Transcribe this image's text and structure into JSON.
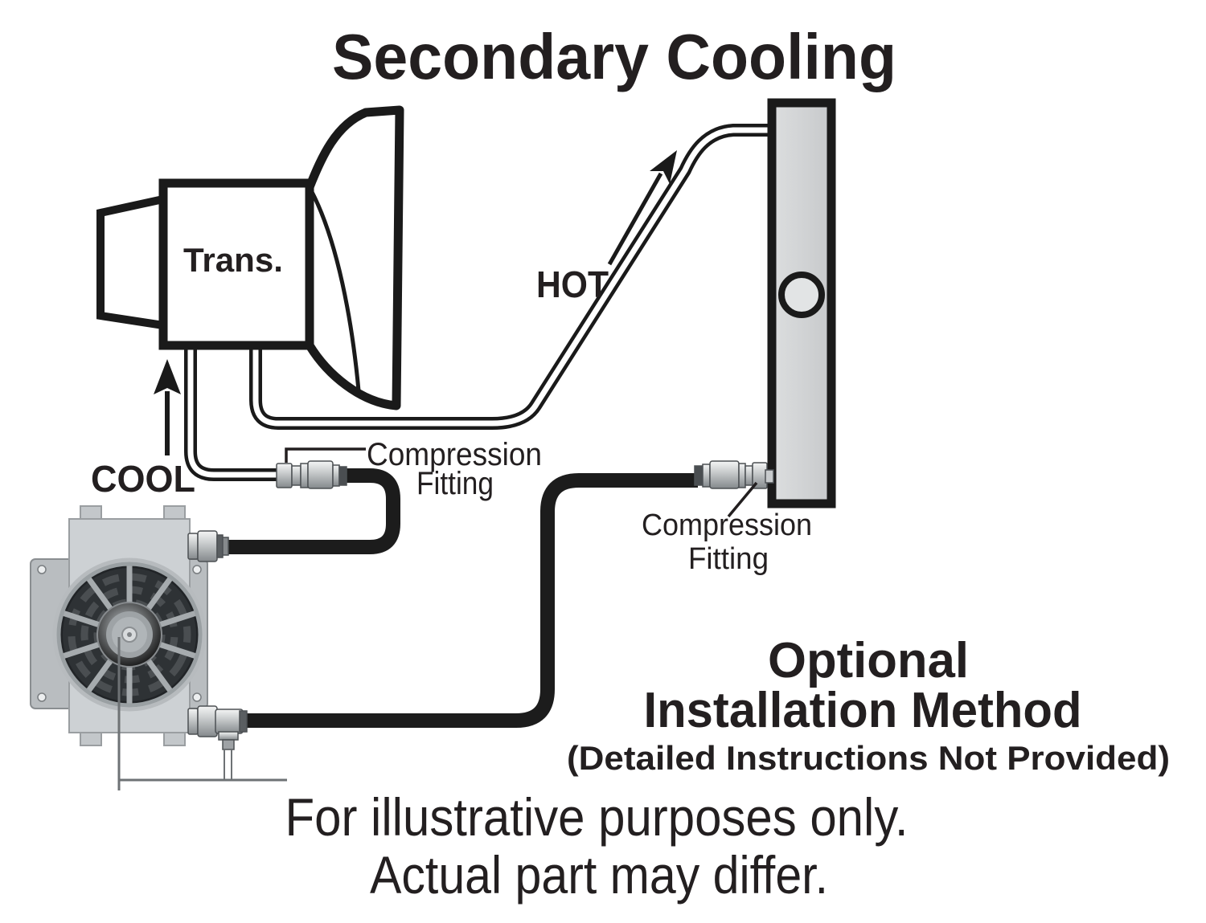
{
  "title": "Secondary Cooling",
  "diagram": {
    "transmission_label": "Trans.",
    "hot_label": "HOT",
    "cool_label": "COOL",
    "fitting_label_left": {
      "line1": "Compression",
      "line2": "Fitting"
    },
    "fitting_label_right": {
      "line1": "Compression",
      "line2": "Fitting"
    },
    "optional_block": {
      "line1": "Optional",
      "line2": "Installation Method",
      "line3": "(Detailed Instructions Not Provided)"
    },
    "footer": {
      "line1": "For illustrative purposes only.",
      "line2": "Actual part may differ."
    }
  },
  "colors": {
    "ink": "#231f20",
    "outline": "#1a1a1a",
    "hose": "#1c1c1c",
    "radiator_fill": "#d5d7d9",
    "radiator_sight_glass": "#e2e4e5",
    "metal_light": "#f2f3f3",
    "metal_dark": "#84898c",
    "cooler_body": "#cdd1d4",
    "cooler_plate": "#b9bdc0",
    "fan_dark": "#2e3235",
    "fan_spoke": "#a6abae",
    "leader": "#6e7275"
  }
}
